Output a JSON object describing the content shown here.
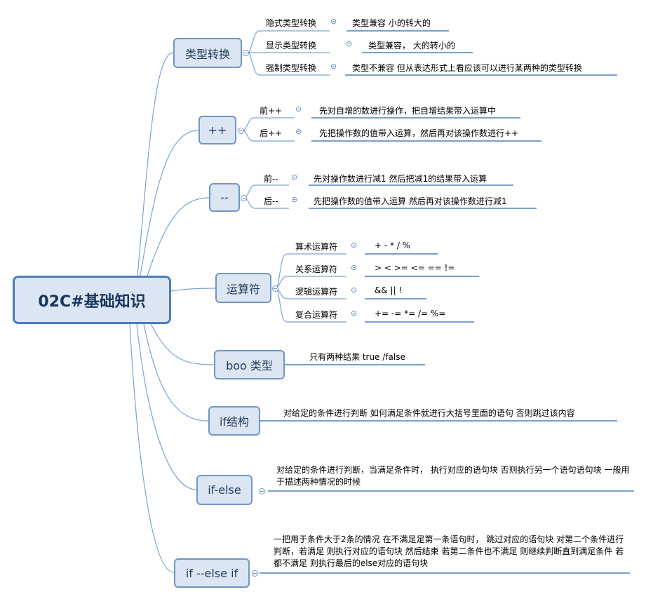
{
  "root": "02C#基础知识",
  "branches": [
    {
      "label": "类型转换",
      "items": [
        {
          "name": "隐式类型转换",
          "desc": "类型兼容  小的转大的"
        },
        {
          "name": "显示类型转换",
          "desc": "类型兼容，  大的转小的"
        },
        {
          "name": "强制类型转换",
          "desc": "类型不兼容   但从表达形式上看应该可以进行某两种的类型转换"
        }
      ]
    },
    {
      "label": "++",
      "items": [
        {
          "name": "前++",
          "desc": "先对自增的数进行操作，把自增结果带入运算中"
        },
        {
          "name": "后++",
          "desc": "先把操作数的值带入运算，然后再对该操作数进行++"
        }
      ]
    },
    {
      "label": "--",
      "items": [
        {
          "name": "前--",
          "desc": "先对操作数进行减1  然后把减1的结果带入运算"
        },
        {
          "name": "后--",
          "desc": "先把操作数的值带入运算  然后再对该操作数进行减1"
        }
      ]
    },
    {
      "label": "运算符",
      "items": [
        {
          "name": "算术运算符",
          "desc": "+  -  *  /    %"
        },
        {
          "name": "关系运算符",
          "desc": ">   <   >=   <=    ==   !="
        },
        {
          "name": "逻辑运算符",
          "desc": "&&   ||    !"
        },
        {
          "name": "复合运算符",
          "desc": "+=   -=   *=    /=    %="
        }
      ]
    },
    {
      "label": "boo 类型",
      "text": "只有两种结果    true /false"
    },
    {
      "label": "if结构",
      "text": "对给定的条件进行判断  如何满足条件就进行大括号里面的语句    否则跳过该内容"
    },
    {
      "label": "if-else",
      "text": "对给定的条件进行判断，当满足条件时，  执行对应的语句块    否则执行另一个语句语句块     一般用于描述两种情况的时候"
    },
    {
      "label": "if --else if",
      "text": "一把用于条件大于2条的情况   在不满足足第一条语句时，  跳过对应的语句块   对第二个条件进行判断，若满足 则执行对应的语句块    然后结束  若第二条件也不满足 则继续判断直到满足条件   若都不满足 则执行最后的else对应的语句块"
    }
  ],
  "colors": {
    "line": "#7da3d1",
    "nodeFill": "#dce6f2",
    "nodeBorder": "#6f96c7",
    "rootBorder": "#4a7ebb",
    "underline": "#4f81bd"
  }
}
